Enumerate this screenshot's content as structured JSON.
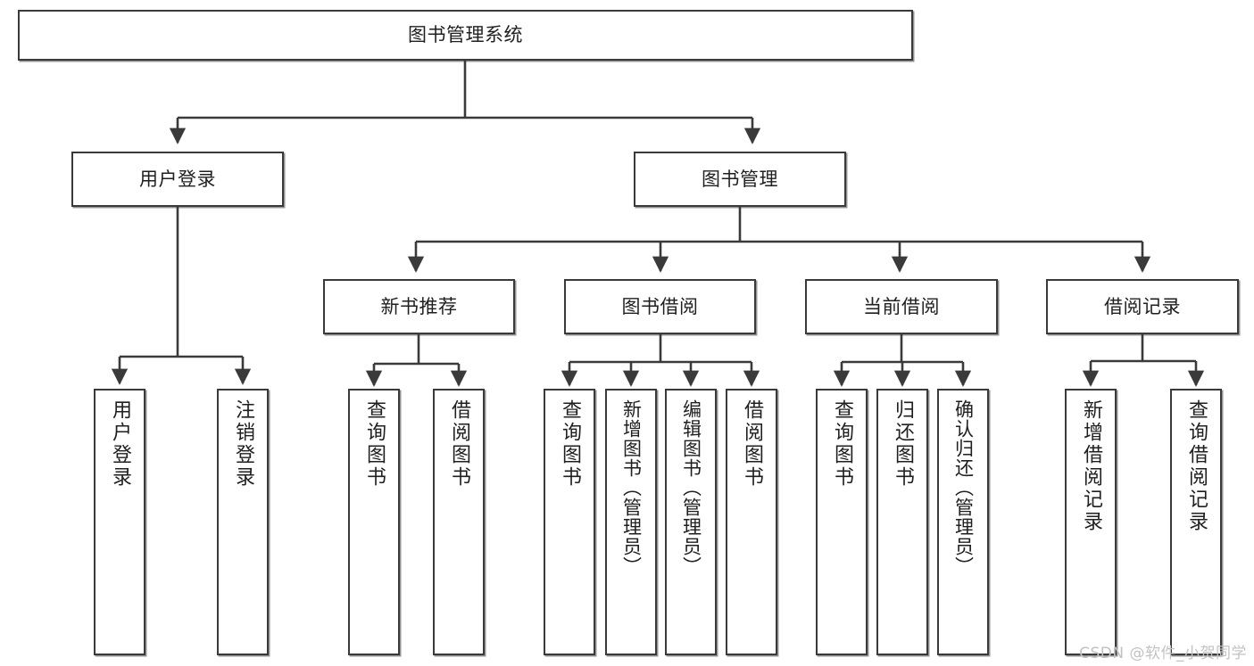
{
  "diagram": {
    "title": "图书管理系统",
    "type": "tree-hierarchy-diagram",
    "watermark": "CSDN @软件_小贺同学",
    "colors": {
      "border": "#3a3a3a",
      "background": "#ffffff",
      "text": "#1f1f1f",
      "watermark": "#c2c2c2"
    }
  },
  "nodes": {
    "root": {
      "label": "图书管理系统"
    },
    "level2": [
      {
        "label": "用户登录"
      },
      {
        "label": "图书管理"
      }
    ],
    "level3": [
      {
        "label": "新书推荐"
      },
      {
        "label": "图书借阅"
      },
      {
        "label": "当前借阅"
      },
      {
        "label": "借阅记录"
      }
    ],
    "leaves_user_login": [
      {
        "label": "用户登录"
      },
      {
        "label": "注销登录"
      }
    ],
    "leaves_new_book": [
      {
        "label": "查询图书"
      },
      {
        "label": "借阅图书"
      }
    ],
    "leaves_borrow": [
      {
        "label": "查询图书"
      },
      {
        "label": "新增图书（管理员）"
      },
      {
        "label": "编辑图书（管理员）"
      },
      {
        "label": "借阅图书"
      }
    ],
    "leaves_current": [
      {
        "label": "查询图书"
      },
      {
        "label": "归还图书"
      },
      {
        "label": "确认归还（管理员）"
      }
    ],
    "leaves_records": [
      {
        "label": "新增借阅记录"
      },
      {
        "label": "查询借阅记录"
      }
    ]
  }
}
